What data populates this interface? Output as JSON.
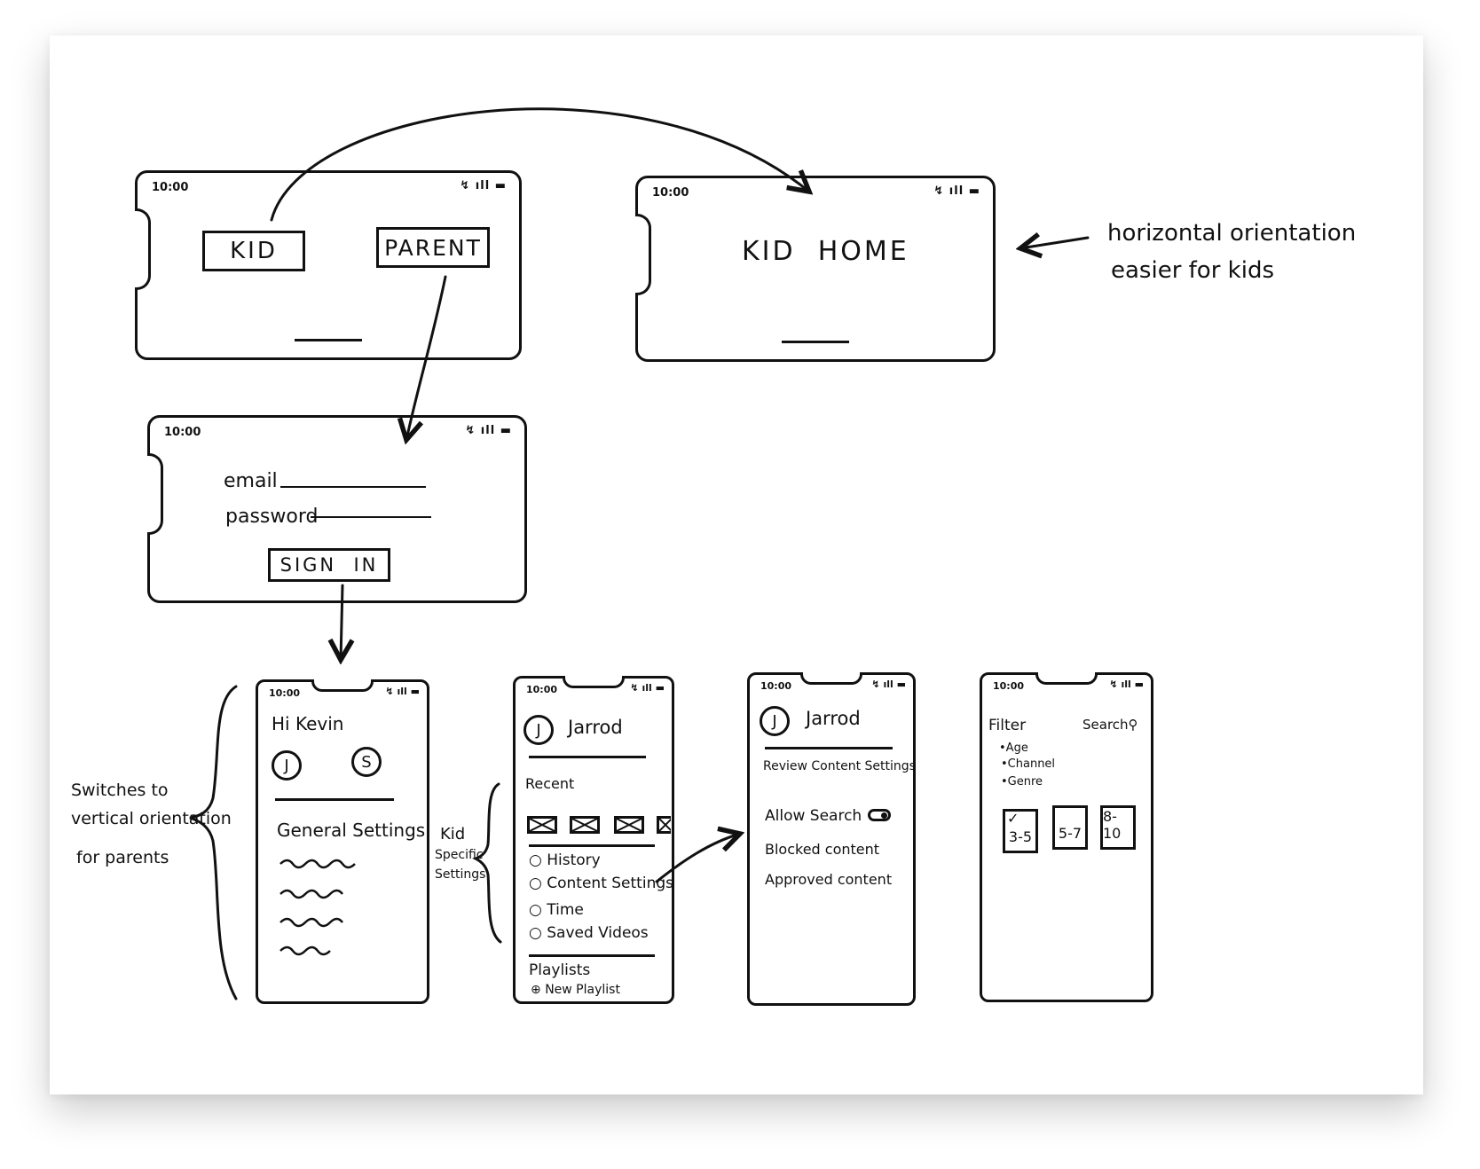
{
  "status": {
    "time": "10:00",
    "icons": "↯ ıll ▬"
  },
  "screen_choice": {
    "kid_button": "KID",
    "parent_button": "PARENT"
  },
  "screen_kid_home": {
    "title": "KID  HOME"
  },
  "annotation_horizontal": {
    "line1": "horizontal orientation",
    "line2": "easier for kids"
  },
  "screen_signin": {
    "email_label": "email",
    "password_label": "password",
    "signin_button": "SIGN  IN"
  },
  "annotation_vertical": {
    "line1": "Switches to",
    "line2": "vertical orientation",
    "line3": "for parents"
  },
  "screen_parent_home": {
    "greeting": "Hi Kevin",
    "avatars": [
      "J",
      "S"
    ],
    "settings_heading": "General Settings"
  },
  "annotation_kid_specific": {
    "line1": "Kid",
    "line2": "Specific",
    "line3": "Settings"
  },
  "screen_kid_profile": {
    "avatar": "J",
    "name": "Jarrod",
    "recent_label": "Recent",
    "menu": [
      "History",
      "Content Settings",
      "Time",
      "Saved Videos"
    ],
    "playlists_label": "Playlists",
    "new_playlist": "New Playlist"
  },
  "screen_content_settings": {
    "avatar": "J",
    "name": "Jarrod",
    "heading": "Review Content Settings",
    "allow_search": "Allow Search",
    "blocked": "Blocked content",
    "approved": "Approved content"
  },
  "screen_filter": {
    "filter_label": "Filter",
    "search_label": "Search",
    "options": [
      "Age",
      "Channel",
      "Genre"
    ],
    "age_ranges": [
      "3-5",
      "5-7",
      "8-10"
    ]
  }
}
